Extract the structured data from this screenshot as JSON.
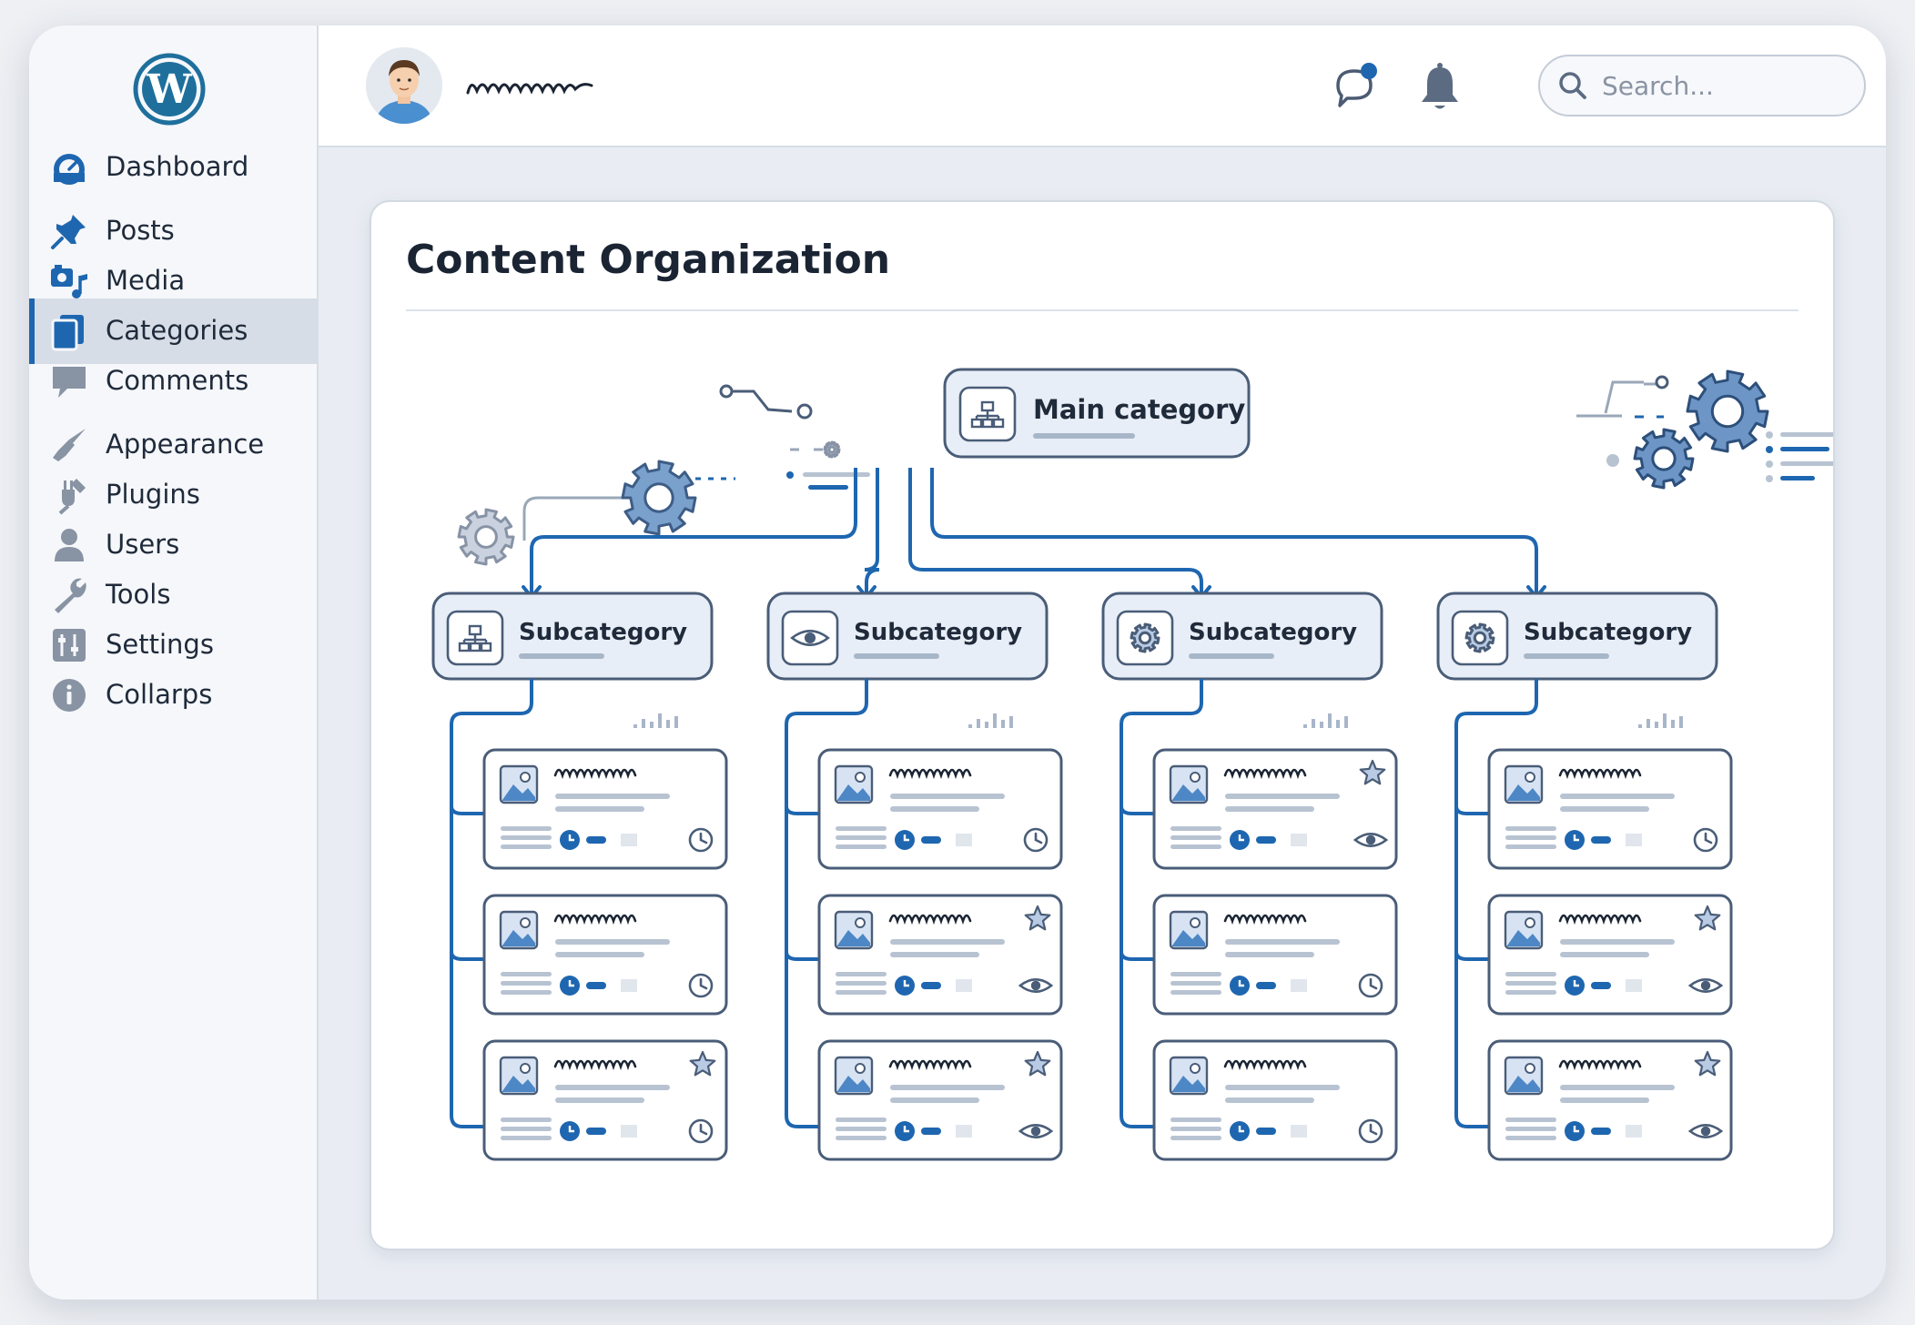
{
  "sidebar": {
    "items": [
      {
        "label": "Dashboard",
        "icon": "dashboard-icon",
        "active": false
      },
      {
        "label": "Posts",
        "icon": "pin-icon",
        "active": false
      },
      {
        "label": "Media",
        "icon": "media-icon",
        "active": false
      },
      {
        "label": "Categories",
        "icon": "categories-icon",
        "active": true
      },
      {
        "label": "Comments",
        "icon": "comment-icon",
        "active": false
      },
      {
        "label": "Appearance",
        "icon": "brush-icon",
        "active": false
      },
      {
        "label": "Plugins",
        "icon": "plug-icon",
        "active": false
      },
      {
        "label": "Users",
        "icon": "user-icon",
        "active": false
      },
      {
        "label": "Tools",
        "icon": "wrench-icon",
        "active": false
      },
      {
        "label": "Settings",
        "icon": "sliders-icon",
        "active": false
      },
      {
        "label": "Collarps",
        "icon": "info-icon",
        "active": false
      }
    ]
  },
  "header": {
    "search_placeholder": "Search...",
    "notification_dot_color": "#1e66b0"
  },
  "main": {
    "title": "Content Organization",
    "diagram": {
      "root_label": "Main category",
      "subcategories": [
        {
          "label": "Subcategory",
          "icon": "hierarchy-icon",
          "posts": [
            {
              "badge": "clock-icon",
              "starred": false
            },
            {
              "badge": "clock-icon",
              "starred": false
            },
            {
              "badge": "clock-icon",
              "starred": true
            }
          ]
        },
        {
          "label": "Subcategory",
          "icon": "eye-icon",
          "posts": [
            {
              "badge": "clock-icon",
              "starred": false
            },
            {
              "badge": "eye-icon",
              "starred": true
            },
            {
              "badge": "eye-icon",
              "starred": true
            }
          ]
        },
        {
          "label": "Subcategory",
          "icon": "gear-icon",
          "posts": [
            {
              "badge": "eye-icon",
              "starred": true
            },
            {
              "badge": "clock-icon",
              "starred": false
            },
            {
              "badge": "clock-icon",
              "starred": false
            }
          ]
        },
        {
          "label": "Subcategory",
          "icon": "gear-icon",
          "posts": [
            {
              "badge": "clock-icon",
              "starred": false
            },
            {
              "badge": "eye-icon",
              "starred": true
            },
            {
              "badge": "eye-icon",
              "starred": true
            }
          ]
        }
      ]
    }
  },
  "colors": {
    "accent": "#1e66b0",
    "node_fill": "#e8eef7",
    "node_stroke": "#4a5d78",
    "text": "#1f2a3a"
  }
}
